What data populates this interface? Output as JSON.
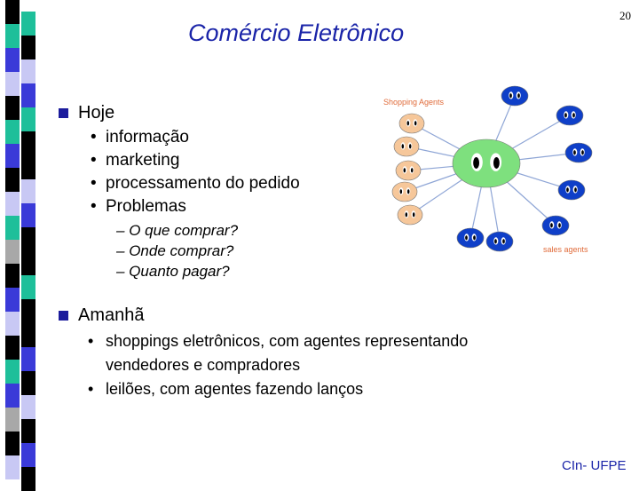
{
  "slide": {
    "title": "Comércio Eletrônico",
    "number": "20",
    "footer": "CIn- UFPE"
  },
  "hoje": {
    "heading": "Hoje",
    "items": [
      "informação",
      "marketing",
      "processamento do pedido",
      "Problemas"
    ],
    "bullet": "•",
    "dash": "–",
    "subitems": [
      "O que comprar?",
      "Onde comprar?",
      "Quanto pagar?"
    ]
  },
  "amanha": {
    "heading": "Amanhã",
    "bullet": "•",
    "items": [
      "shoppings eletrônicos, com agentes representando",
      "vendedores e compradores",
      "leilões, com agentes fazendo lanços"
    ]
  },
  "diagram": {
    "label_shopping": "Shopping Agents",
    "label_sales": "sales agents",
    "shopping_agent_count": 5,
    "sales_agent_count": 7,
    "colors": {
      "center": "#7ee07e",
      "shopping": "#f6c79a",
      "sales": "#0f3fc8",
      "lines": "#8fa6d6",
      "label": "#e06b3a"
    }
  },
  "theme": {
    "title_color": "#1a24a8",
    "bullet_color": "#1c1c9c",
    "strip_colors": [
      "#000000",
      "#1ebf9a",
      "#3a3ad8",
      "#c8c8f4",
      "#a8a8a8",
      "#ffffff"
    ]
  }
}
